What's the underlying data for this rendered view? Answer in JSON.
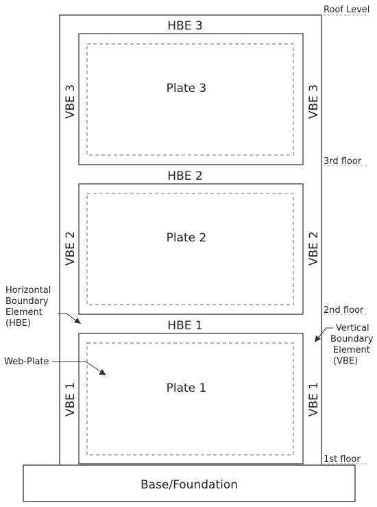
{
  "levels": {
    "roof": "Roof Level",
    "third": "3rd floor",
    "second": "2nd floor",
    "first": "1st floor"
  },
  "panels": [
    {
      "hbe": "HBE 3",
      "plate": "Plate 3",
      "vbe_left": "VBE 3",
      "vbe_right": "VBE 3"
    },
    {
      "hbe": "HBE 2",
      "plate": "Plate 2",
      "vbe_left": "VBE 2",
      "vbe_right": "VBE 2"
    },
    {
      "hbe": "HBE 1",
      "plate": "Plate 1",
      "vbe_left": "VBE 1",
      "vbe_right": "VBE 1"
    }
  ],
  "foundation": "Base/Foundation",
  "annotations": {
    "hbe_lines": [
      "Horizontal",
      "Boundary",
      "Element",
      "(HBE)"
    ],
    "vbe_lines": [
      "Vertical",
      "Boundary",
      "Element",
      "(VBE)"
    ],
    "web_plate": "Web-Plate"
  },
  "colors": {
    "line": "#555555",
    "text": "#222222",
    "background": "#ffffff"
  }
}
